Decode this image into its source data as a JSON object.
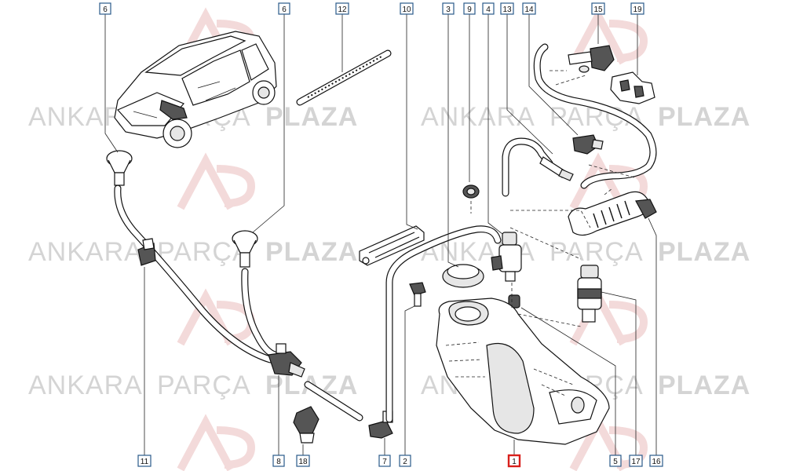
{
  "watermark": {
    "word1": "ANKARA",
    "word2": "PARÇA",
    "word3": "PLAZA"
  },
  "highlight_color": "#d8201c",
  "label_border_color": "#2a5a8a",
  "callouts": [
    {
      "id": "6a",
      "text": "6"
    },
    {
      "id": "6b",
      "text": "6"
    },
    {
      "id": "12",
      "text": "12"
    },
    {
      "id": "10",
      "text": "10"
    },
    {
      "id": "3",
      "text": "3"
    },
    {
      "id": "9",
      "text": "9"
    },
    {
      "id": "4",
      "text": "4"
    },
    {
      "id": "13",
      "text": "13"
    },
    {
      "id": "14",
      "text": "14"
    },
    {
      "id": "15",
      "text": "15"
    },
    {
      "id": "19",
      "text": "19"
    },
    {
      "id": "11",
      "text": "11"
    },
    {
      "id": "8",
      "text": "8"
    },
    {
      "id": "18",
      "text": "18"
    },
    {
      "id": "7",
      "text": "7"
    },
    {
      "id": "2",
      "text": "2"
    },
    {
      "id": "1",
      "text": "1"
    },
    {
      "id": "5",
      "text": "5"
    },
    {
      "id": "17",
      "text": "17"
    },
    {
      "id": "16",
      "text": "16"
    }
  ]
}
